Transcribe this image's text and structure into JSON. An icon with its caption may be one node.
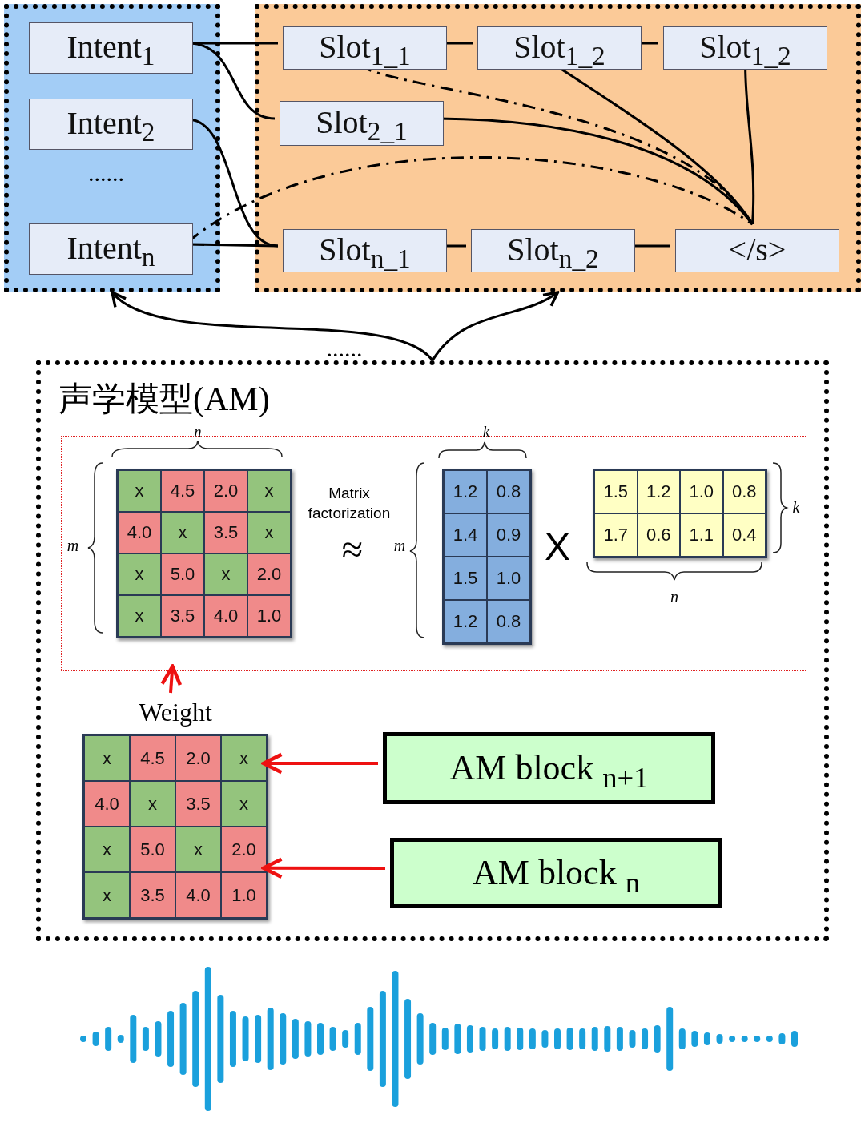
{
  "diagram": {
    "nodes": [
      {
        "text": [],
        "shape": "box"
      },
      {
        "text": [
          "Intent$_{1}$"
        ],
        "in": 0
      },
      {
        "text": [
          "Intent$_{2}$"
        ],
        "in": 0
      },
      {
        "text": [
          "Intent$_{n}$"
        ],
        "in": 0
      },
      {
        "text": [],
        "shape": "box"
      },
      {
        "text": [
          "Slot$_{1_1}$"
        ],
        "in": 4
      },
      {
        "text": [
          "Slot$_{1_2}$"
        ],
        "in": 4
      },
      {
        "text": [
          "Slot$_{1_2}$"
        ],
        "in": 4
      },
      {
        "text": [
          "Slot$_{2_1}$"
        ],
        "in": 4
      },
      {
        "text": [
          "Slot$_{n_1}$"
        ],
        "in": 4
      },
      {
        "text": [
          "Slot$_{n_2}$"
        ],
        "in": 4
      },
      {
        "text": [
          "</s>"
        ],
        "in": 4
      },
      {
        "text": [
          "声学模型(AM)"
        ]
      },
      {
        "text": [],
        "shape": "box",
        "in": 12
      },
      {
        "text": [
          "x",
          "4.5",
          "2.0",
          "x",
          "4.0",
          "x",
          "3.5",
          "x",
          "x",
          "5.0",
          "x",
          "2.0",
          "x",
          "3.5",
          "4.0",
          "1.0"
        ],
        "in": 13
      },
      {
        "text": [
          "1.2",
          "0.8",
          "1.4",
          "0.9",
          "1.5",
          "1.0",
          "1.2",
          "0.8"
        ],
        "in": 13
      },
      {
        "text": [
          "1.5",
          "1.2",
          "1.0",
          "0.8",
          "1.7",
          "0.6",
          "1.1",
          "0.4"
        ],
        "in": 13
      },
      {
        "text": [
          "Weight",
          "x",
          "4.5",
          "2.0",
          "x",
          "4.0",
          "x",
          "3.5",
          "x",
          "x",
          "5.0",
          "x",
          "2.0",
          "x",
          "3.5",
          "4.0",
          "1.0"
        ],
        "in": 12
      },
      {
        "text": [
          "AM block $_{n+1}$"
        ],
        "in": 12
      },
      {
        "text": [
          "AM block $_{n}$"
        ],
        "in": 12
      }
    ],
    "edges": [
      {
        "from": 1,
        "to": 5,
        "arrow": "none"
      },
      {
        "from": 1,
        "to": 8,
        "arrow": "none"
      },
      {
        "from": 2,
        "to": 9,
        "arrow": "none"
      },
      {
        "from": 3,
        "to": 9,
        "arrow": "none"
      },
      {
        "from": 3,
        "to": 11,
        "arrow": "none",
        "style": "dashed"
      },
      {
        "from": 5,
        "to": 6,
        "arrow": "none"
      },
      {
        "from": 6,
        "to": 7,
        "arrow": "none"
      },
      {
        "from": 5,
        "to": 11,
        "arrow": "none",
        "style": "dashed"
      },
      {
        "from": 6,
        "to": 11,
        "arrow": "none"
      },
      {
        "from": 7,
        "to": 11,
        "arrow": "none"
      },
      {
        "from": 8,
        "to": 11,
        "arrow": "none"
      },
      {
        "from": 9,
        "to": 10,
        "arrow": "none"
      },
      {
        "from": 10,
        "to": 11,
        "arrow": "none"
      },
      {
        "from": 12,
        "to": 0,
        "arrow": "to"
      },
      {
        "from": 12,
        "to": 4,
        "arrow": "to"
      },
      {
        "from": 17,
        "to": 13,
        "arrow": "to",
        "color": "#ee1111"
      },
      {
        "from": 18,
        "to": 17,
        "arrow": "to",
        "color": "#ee1111"
      },
      {
        "from": 19,
        "to": 17,
        "arrow": "to",
        "color": "#ee1111"
      }
    ],
    "labels": [
      "......",
      "......",
      "n",
      "k",
      "Matrix factorization",
      "m",
      "≈",
      "m",
      "X",
      "k",
      "n"
    ]
  }
}
